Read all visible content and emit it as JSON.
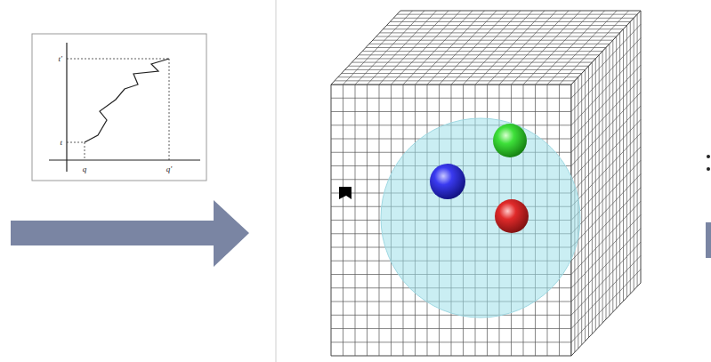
{
  "diagram": {
    "labels": [
      "t'",
      "t",
      "q",
      "q'"
    ]
  }
}
